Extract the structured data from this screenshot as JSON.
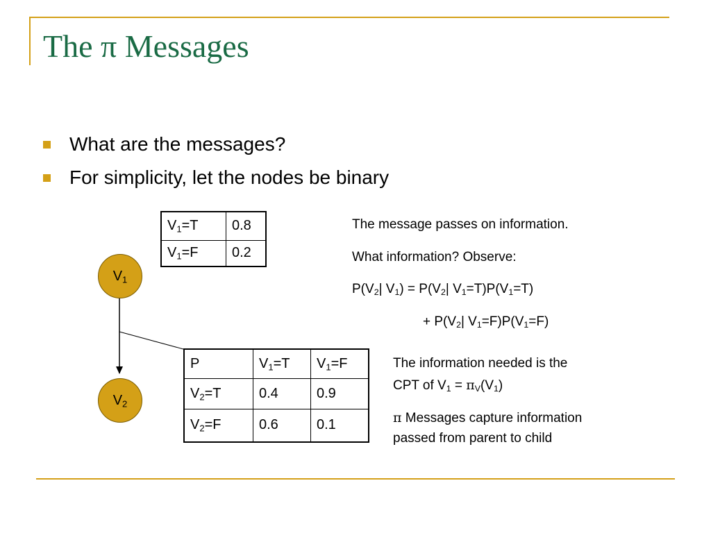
{
  "title": {
    "prefix": "The",
    "symbol": "π",
    "rest": "Messages"
  },
  "bullets": [
    "What are the messages?",
    "For simplicity, let the nodes be binary"
  ],
  "nodes": {
    "v1": {
      "base": "V",
      "sub": "1"
    },
    "v2": {
      "base": "V",
      "sub": "2"
    }
  },
  "prior_table": {
    "rows": [
      {
        "var": "V",
        "sub": "1",
        "state": "=T",
        "value": "0.8"
      },
      {
        "var": "V",
        "sub": "1",
        "state": "=F",
        "value": "0.2"
      }
    ]
  },
  "cpt_table": {
    "corner": "P",
    "headers": [
      {
        "var": "V",
        "sub": "1",
        "state": "=T"
      },
      {
        "var": "V",
        "sub": "1",
        "state": "=F"
      }
    ],
    "rows": [
      {
        "var": "V",
        "sub": "2",
        "state": "=T",
        "values": [
          "0.4",
          "0.9"
        ]
      },
      {
        "var": "V",
        "sub": "2",
        "state": "=F",
        "values": [
          "0.6",
          "0.1"
        ]
      }
    ]
  },
  "right_text": {
    "line1": "The message passes on information.",
    "line2": "What information? Observe:",
    "eq1": {
      "a": "P(V",
      "a_sub": "2",
      "b": "| V",
      "b_sub": "1",
      "c": ") = P(V",
      "c_sub": "2",
      "d": "| V",
      "d_sub": "1",
      "e": "=T)P(V",
      "e_sub": "1",
      "f": "=T)"
    },
    "eq2": {
      "a": "+ P(V",
      "a_sub": "2",
      "b": "| V",
      "b_sub": "1",
      "c": "=F)P(V",
      "c_sub": "1",
      "d": "=F)"
    }
  },
  "lower_text": {
    "line1": "The information needed is the",
    "line2": {
      "a": "CPT of V",
      "a_sub": "1",
      "b": " = ",
      "pi": "π",
      "pi_sub": "V",
      "c": "(V",
      "c_sub": "1",
      "d": ")"
    },
    "line3": {
      "pi": "π",
      "rest": " Messages capture information"
    },
    "line4": "passed from parent to child"
  }
}
